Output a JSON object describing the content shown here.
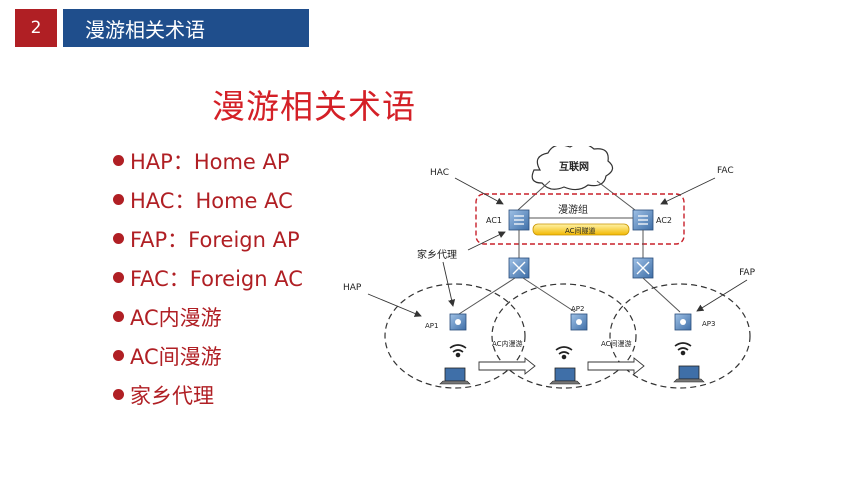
{
  "header": {
    "slide_number": "2",
    "section_title": "漫游相关术语"
  },
  "title": "漫游相关术语",
  "terms": [
    "HAP：Home AP",
    "HAC：Home AC",
    "FAP：Foreign AP",
    "FAC：Foreign AC",
    "AC内漫游",
    "AC间漫游",
    "家乡代理"
  ],
  "diagram": {
    "internet": "互联网",
    "hac": "HAC",
    "fac": "FAC",
    "hap": "HAP",
    "fap": "FAP",
    "ac1": "AC1",
    "ac2": "AC2",
    "roam_group": "漫游组",
    "inter_ac_tunnel": "AC间隧道",
    "home_agent": "家乡代理",
    "ap1": "AP1",
    "ap2": "AP2",
    "ap3": "AP3",
    "intra_ac_roam": "AC内漫游",
    "inter_ac_roam": "AC间漫游"
  },
  "colors": {
    "accent_red": "#b01f24",
    "title_red": "#d42027",
    "header_blue": "#1f4e8c",
    "group_border": "#c8202a",
    "tunnel_yellow": "#f2c200"
  }
}
